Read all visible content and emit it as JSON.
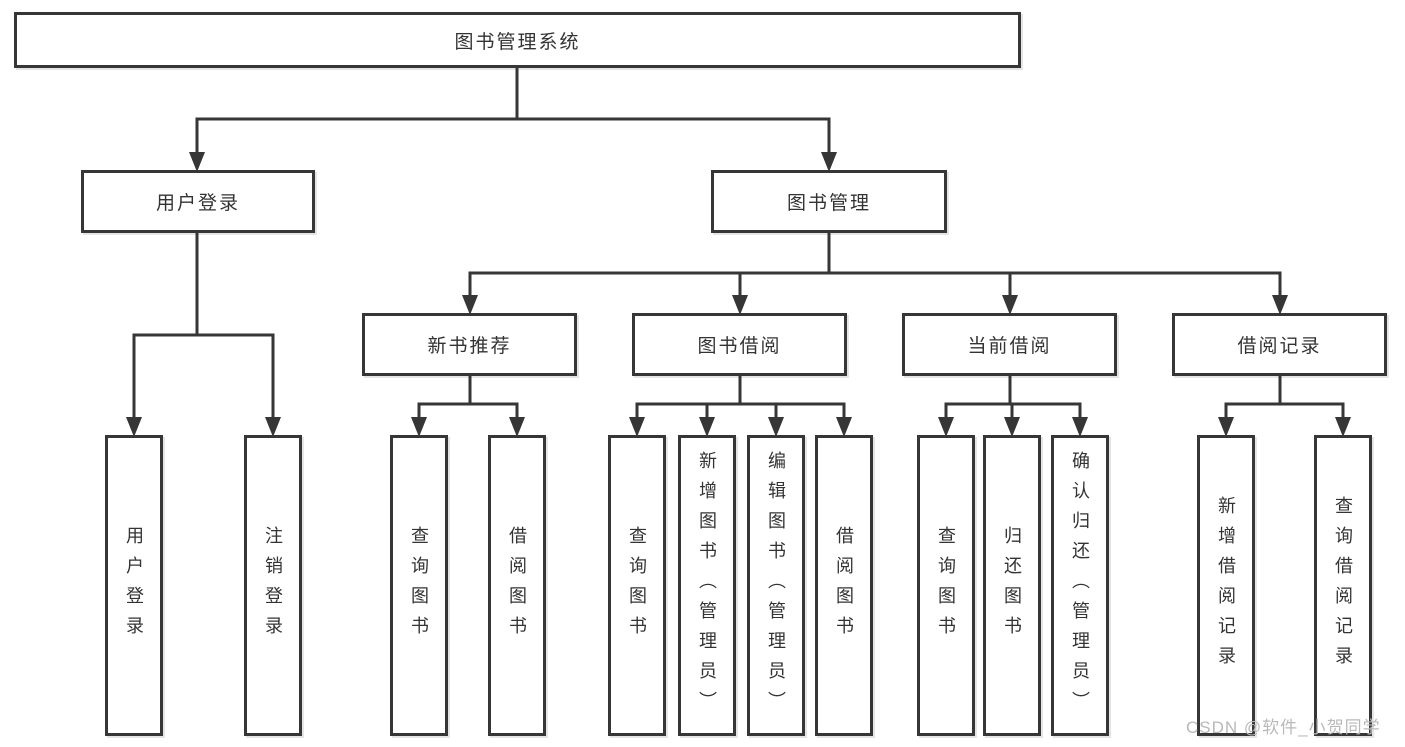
{
  "diagram": {
    "title": "图书管理系统",
    "level2": [
      "用户登录",
      "图书管理"
    ],
    "level3": [
      "新书推荐",
      "图书借阅",
      "当前借阅",
      "借阅记录"
    ],
    "leafGroups": [
      [
        "用户登录",
        "注销登录"
      ],
      [
        "查询图书",
        "借阅图书"
      ],
      [
        "查询图书",
        "新增图书（管理员）",
        "编辑图书（管理员）",
        "借阅图书"
      ],
      [
        "查询图书",
        "归还图书",
        "确认归还（管理员）"
      ],
      [
        "新增借阅记录",
        "查询借阅记录"
      ]
    ]
  },
  "watermark": {
    "text": "CSDN @软件_小贺同学"
  },
  "colors": {
    "line": "#363636",
    "text": "#333333",
    "watermark": "#b9b9b9",
    "background": "#ffffff"
  }
}
